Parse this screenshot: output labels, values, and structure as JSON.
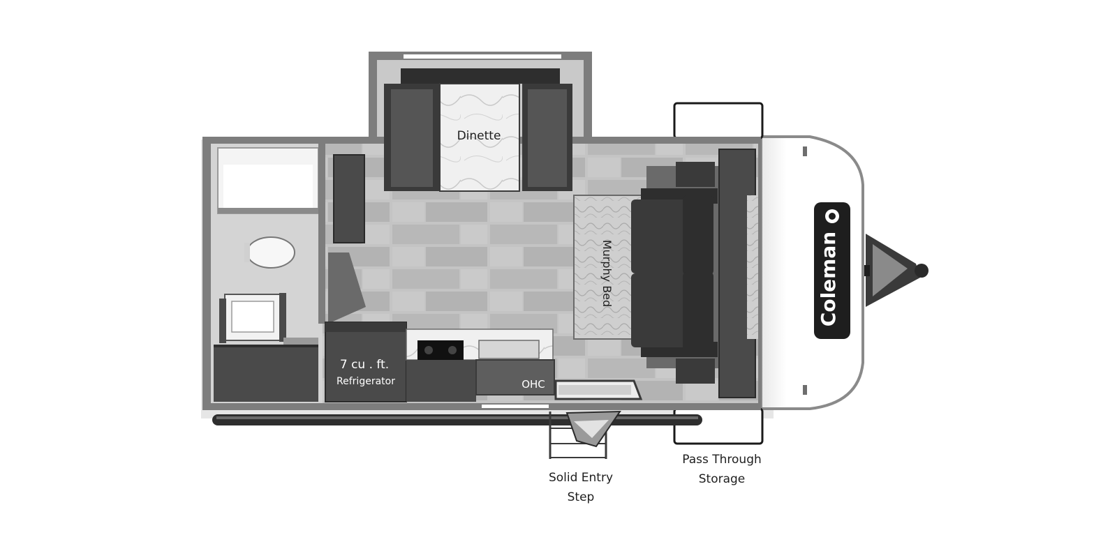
{
  "labels": {
    "dinette": "Dinette",
    "murphy_bed": "Murphy Bed",
    "fridge_size": "7 cu . ft.",
    "fridge_name": "Refrigerator",
    "ohc": "OHC",
    "entry_step_line1": "Solid Entry",
    "entry_step_line2": "Step",
    "storage_line1": "Pass Through",
    "storage_line2": "Storage"
  },
  "brand": {
    "name": "Coleman"
  },
  "colors": {
    "wall": "#7d7d7d",
    "floor": "#bdbdbd",
    "dark_furniture": "#3a3a3a",
    "cabinet": "#4a4a4a",
    "counter": "#dedede",
    "front_cap": "#ffffff"
  }
}
